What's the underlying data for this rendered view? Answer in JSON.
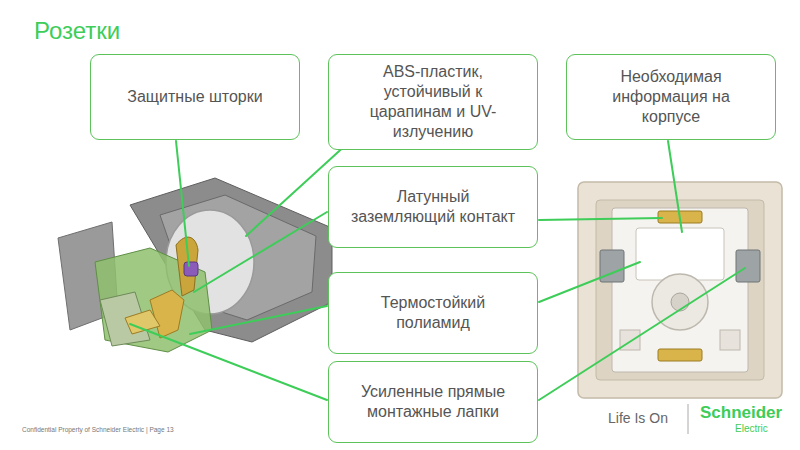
{
  "diagram": {
    "title": "Розетки",
    "nodes": [
      {
        "text": [
          "Защитные шторки"
        ]
      },
      {
        "text": [
          "ABS-пластик, устойчивый к царапинам и UV-излучению"
        ]
      },
      {
        "text": [
          "Необходимая информация на корпусе"
        ]
      },
      {
        "text": [
          "Латунный заземляющий контакт"
        ]
      },
      {
        "text": [
          "Термостойкий полиамид"
        ]
      },
      {
        "text": [
          "Усиленные прямые монтажные лапки"
        ]
      }
    ],
    "labels": [
      "Confidential Property of Schneider Electric | Page 13",
      "Life Is On",
      "Schneider",
      "Electric"
    ]
  }
}
